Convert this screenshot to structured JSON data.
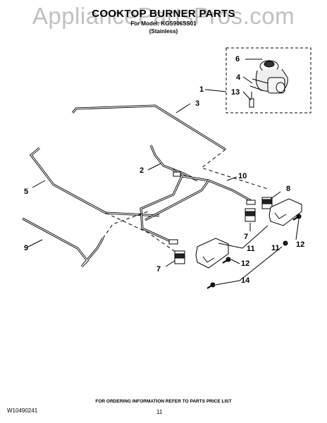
{
  "watermark": "AppliancePartsPros.com",
  "header": {
    "title": "COOKTOP BURNER PARTS",
    "model_line": "For Model: KGS906SS01",
    "finish": "(Stainless)"
  },
  "callouts": {
    "c1": "1",
    "c2": "2",
    "c3": "3",
    "c4": "4",
    "c5": "5",
    "c6": "6",
    "c7a": "7",
    "c7b": "7",
    "c8": "8",
    "c9": "9",
    "c10": "10",
    "c11a": "11",
    "c11b": "11",
    "c12a": "12",
    "c12b": "12",
    "c13": "13",
    "c14": "14"
  },
  "footer": {
    "note": "FOR ORDERING INFORMATION REFER TO PARTS PRICE LIST",
    "doc_id": "W10490241",
    "page": "11"
  }
}
